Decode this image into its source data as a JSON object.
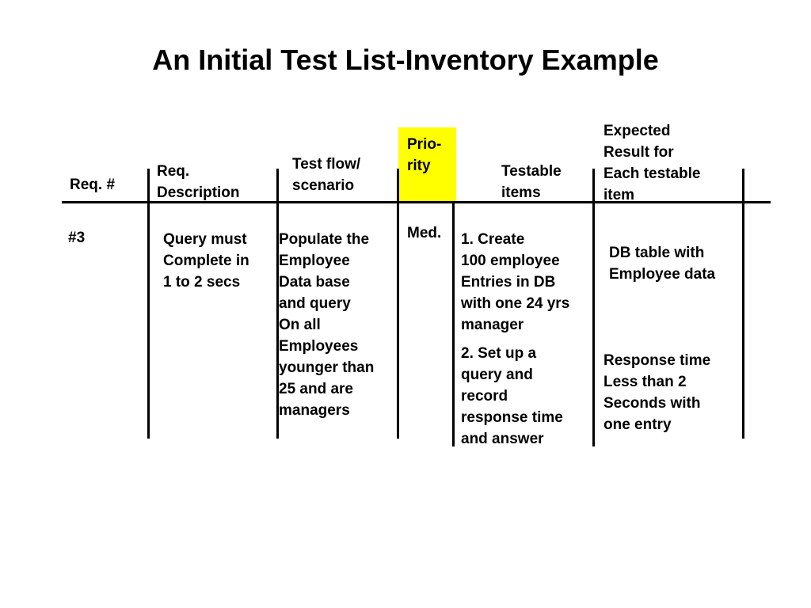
{
  "title": "An Initial Test List-Inventory Example",
  "headers": {
    "req_num": "Req. #",
    "req_desc": "Req.\nDescription",
    "test_flow": "Test flow/\nscenario",
    "priority": "Prio-\nrity",
    "testable": "Testable\nitems",
    "expected": "Expected\nResult for\nEach testable\nitem"
  },
  "row": {
    "req_num": "#3",
    "req_desc": "Query must\nComplete in\n1 to 2 secs",
    "test_flow": "Populate the\nEmployee\nData base\nand query\nOn all\nEmployees\nyounger than\n25 and are\nmanagers",
    "priority": "Med.",
    "testable_1": "1.   Create\n100 employee\nEntries in DB\nwith one 24 yrs\nmanager",
    "testable_2": "2. Set up a\nquery and\nrecord\nresponse time\nand answer",
    "expected_1": "DB table with\nEmployee data",
    "expected_2": "Response time\nLess than 2\nSeconds with\none entry"
  },
  "colors": {
    "priority_highlight": "#FFFF00"
  }
}
